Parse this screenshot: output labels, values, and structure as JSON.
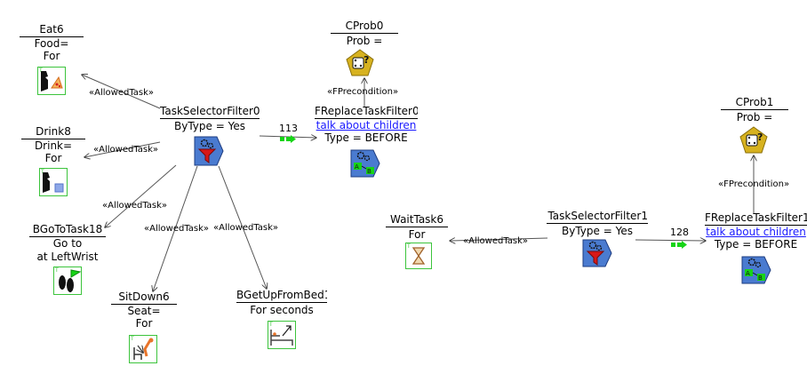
{
  "nodes": {
    "eat6": {
      "title": "Eat6",
      "lines": [
        "Food=",
        "For"
      ]
    },
    "drink8": {
      "title": "Drink8",
      "lines": [
        "Drink=",
        "For"
      ]
    },
    "bgototask18": {
      "title": "BGoToTask18",
      "lines": [
        "Go to",
        "at LeftWrist"
      ]
    },
    "sitdown6": {
      "title": "SitDown6",
      "lines": [
        "Seat=",
        "For"
      ]
    },
    "bgetupfrombed": {
      "title": "BGetUpFromBed1",
      "lines": [
        "For  seconds"
      ]
    },
    "taskselector0": {
      "title": "TaskSelectorFilter0",
      "lines": [
        "ByType = Yes"
      ]
    },
    "replacetask0": {
      "title": "FReplaceTaskFilter0",
      "link": "talk about children",
      "lines": [
        "Type = BEFORE"
      ]
    },
    "cprob0": {
      "title": "CProb0",
      "lines": [
        "Prob ="
      ]
    },
    "waittask6": {
      "title": "WaitTask6",
      "lines": [
        "For"
      ]
    },
    "taskselector1": {
      "title": "TaskSelectorFilter1",
      "lines": [
        "ByType = Yes"
      ]
    },
    "replacetask1": {
      "title": "FReplaceTaskFilter1",
      "link": "talk about children",
      "lines": [
        "Type = BEFORE"
      ]
    },
    "cprob1": {
      "title": "CProb1",
      "lines": [
        "Prob ="
      ]
    }
  },
  "edge_labels": {
    "allowed_task": "«AllowedTask»",
    "fprecondition": "«FPrecondition»"
  },
  "edge_numbers": {
    "edge0": "113",
    "edge1": "128"
  },
  "icons": [
    "pizza-eat-icon",
    "drink-icon",
    "footsteps-goto-icon",
    "sit-down-icon",
    "get-up-bed-icon",
    "hourglass-wait-icon",
    "filter-funnel-icon",
    "replace-ab-icon",
    "dice-probability-icon",
    "green-connector-icon"
  ],
  "colors": {
    "icon_border": "#3cc43c",
    "filter_blue": "#4a7bd0",
    "funnel_red": "#d81818",
    "dice_gold": "#d7b21f",
    "link": "#1a1aff",
    "connector_green": "#17d417"
  }
}
